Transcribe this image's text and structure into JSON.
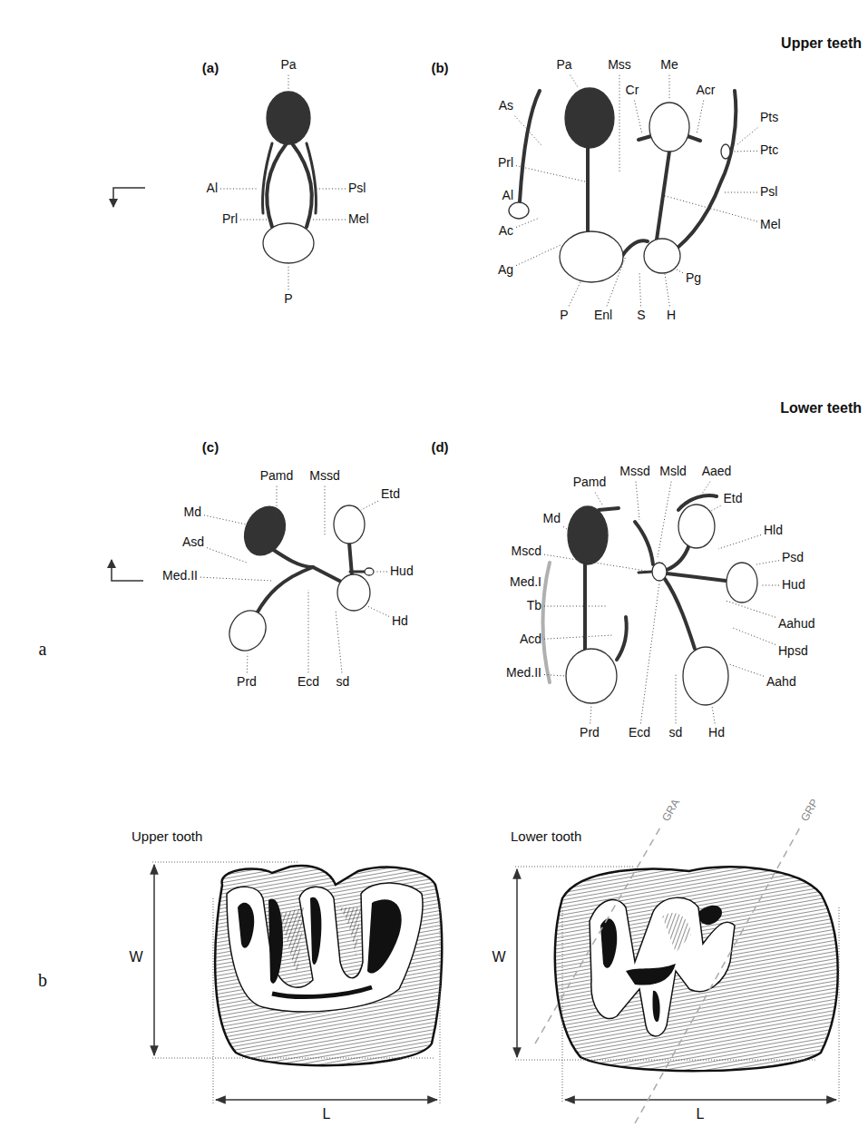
{
  "diagram": {
    "labels": [
      "Upper teeth",
      "(a)",
      "Pa",
      "Al",
      "Psl",
      "Prl",
      "Mel",
      "P",
      "(b)",
      "Pa",
      "Mss",
      "Cr",
      "Me",
      "Acr",
      "As",
      "Pts",
      "Ptc",
      "Prl",
      "Psl",
      "Al",
      "Ac",
      "Mel",
      "Ag",
      "Pg",
      "P",
      "Enl",
      "S",
      "H",
      "Lower teeth",
      "(c)",
      "Pamd",
      "Mssd",
      "Md",
      "Etd",
      "Asd",
      "Hud",
      "Med.II",
      "Hd",
      "Prd",
      "Ecd",
      "sd",
      "(d)",
      "Mssd",
      "Msld",
      "Aaed",
      "Pamd",
      "Etd",
      "Md",
      "Hld",
      "Mscd",
      "Psd",
      "Med.I",
      "Hud",
      "Tb",
      "Aahud",
      "Acd",
      "Hpsd",
      "Med.II",
      "Aahd",
      "Prd",
      "Ecd",
      "sd",
      "Hd",
      "a",
      "b",
      "Upper tooth",
      "Lower tooth",
      "W",
      "W",
      "L",
      "L",
      "GRA",
      "GRP"
    ]
  }
}
